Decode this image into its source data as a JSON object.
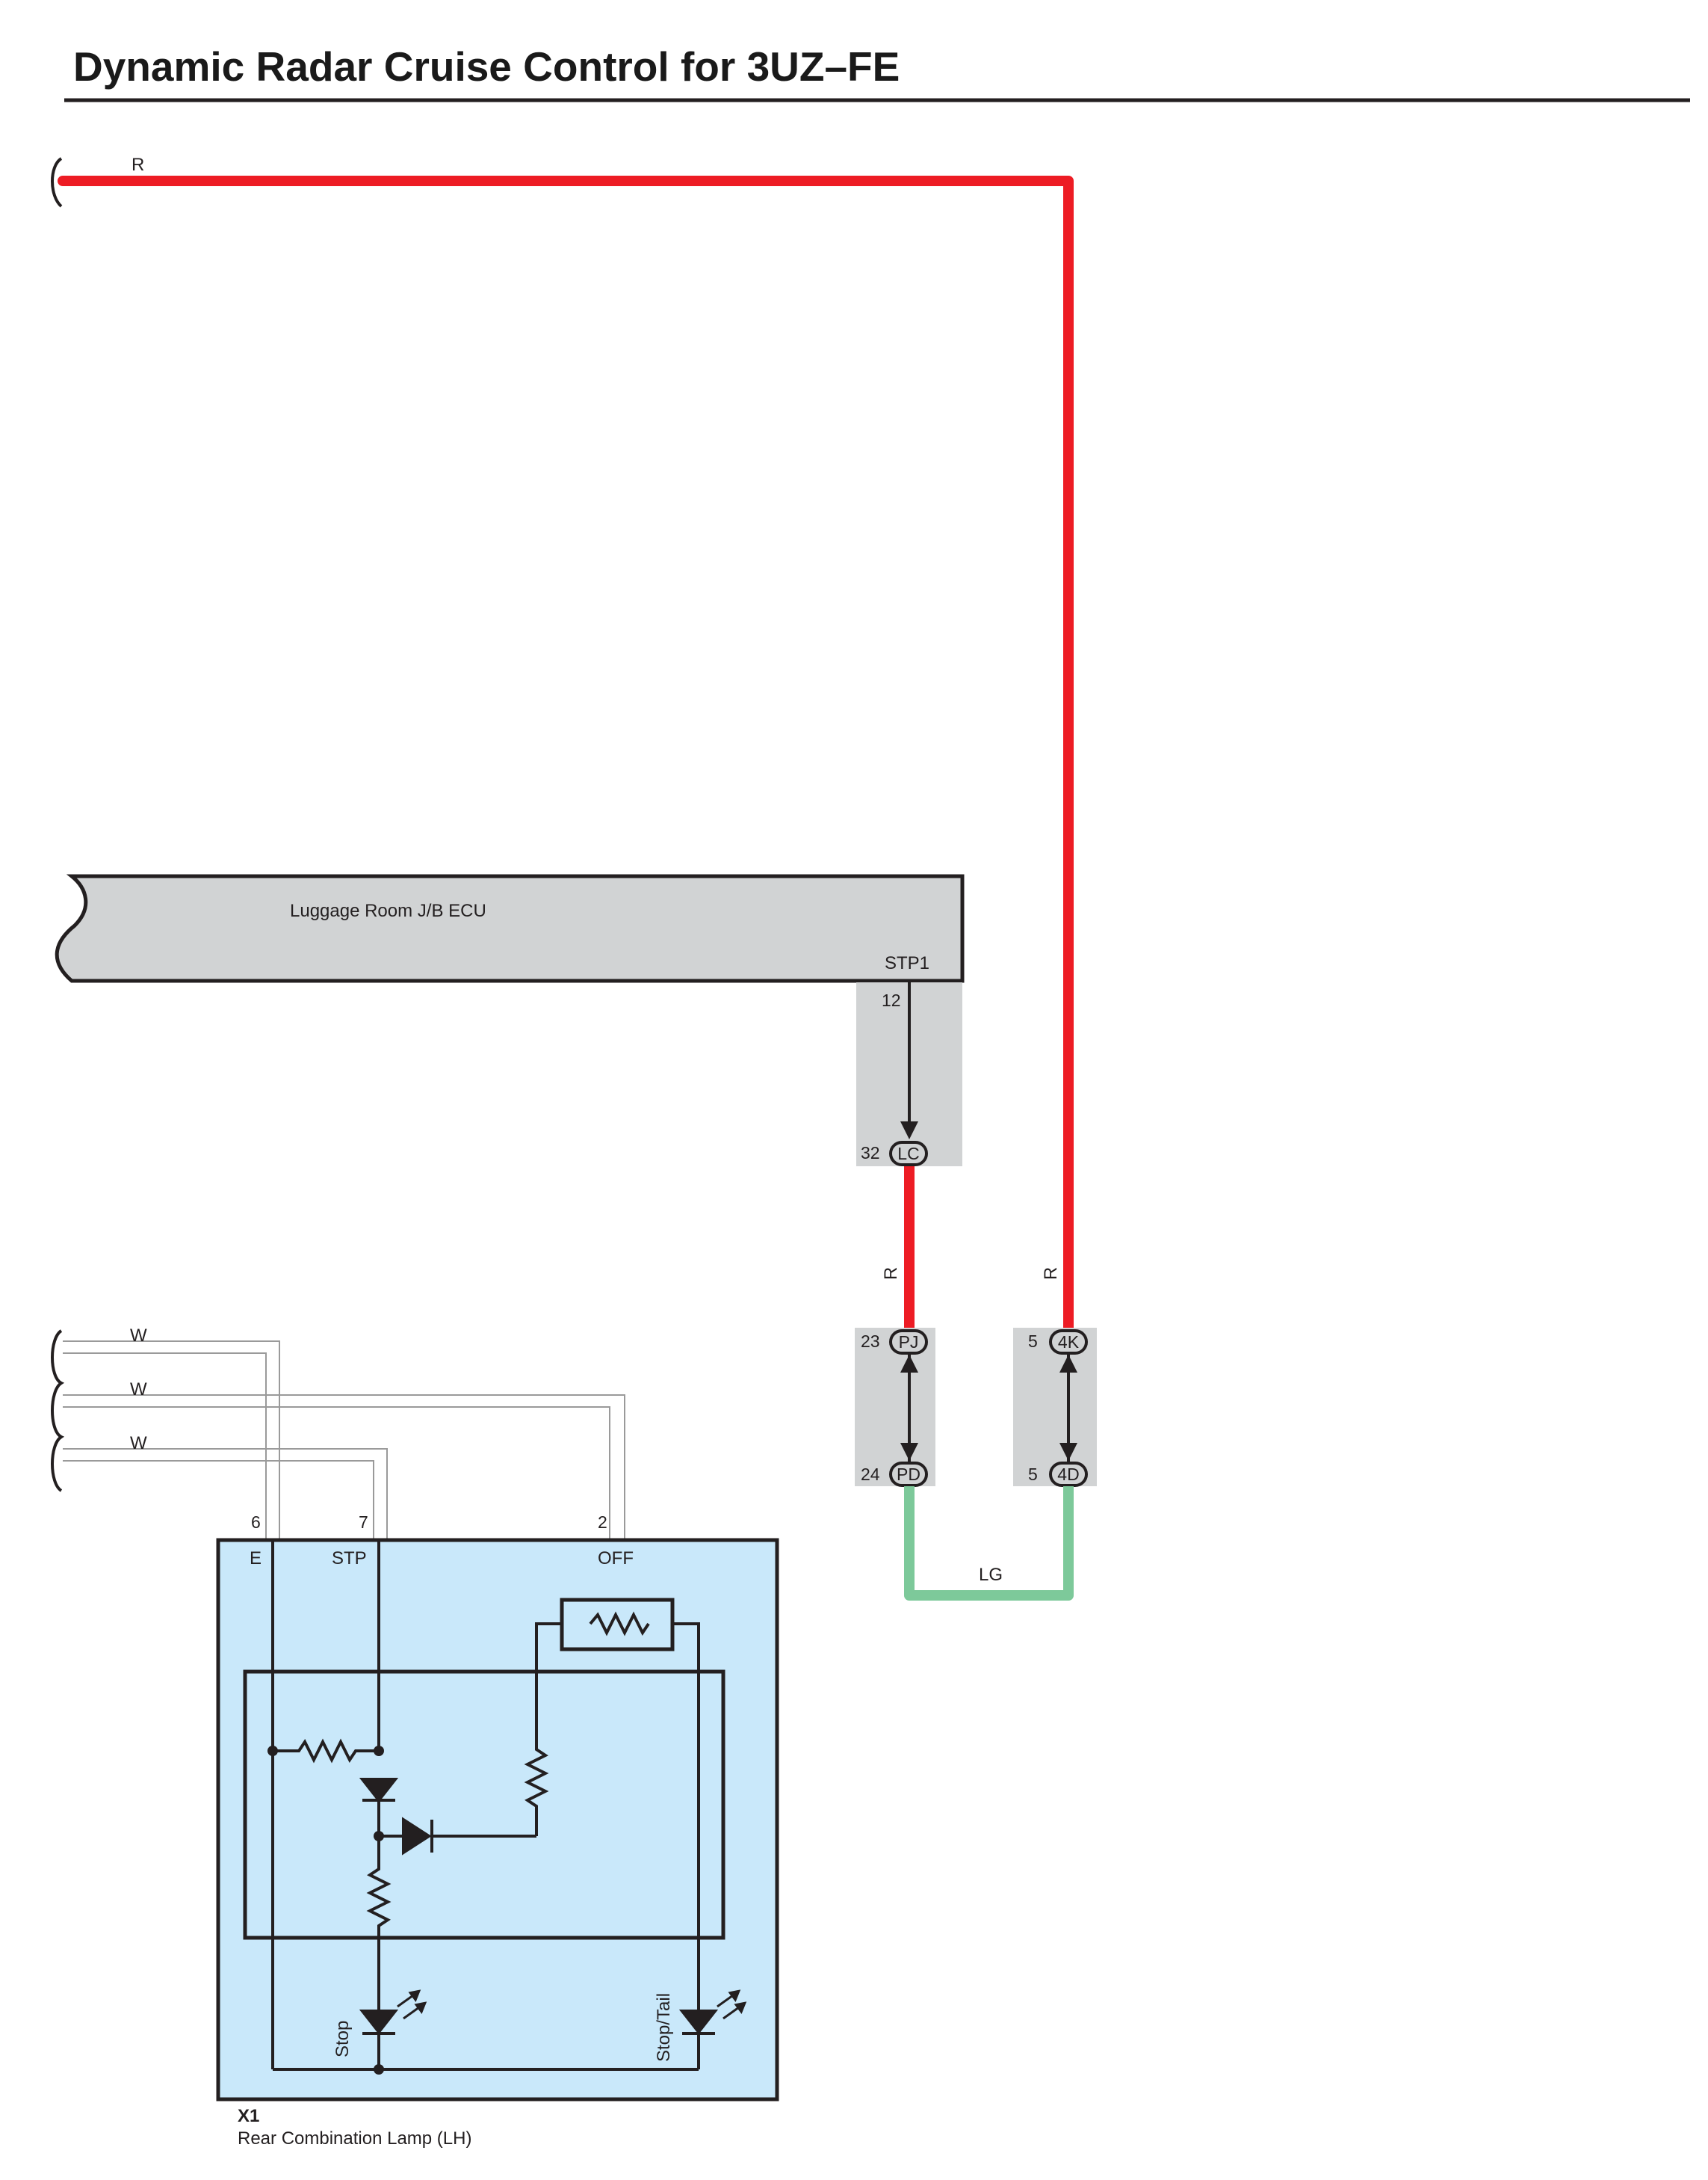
{
  "title": "Dynamic Radar Cruise Control for 3UZ–FE",
  "colors": {
    "wire_red": "#ed1c24",
    "wire_lg": "#7dc99a",
    "wire_white": "#ffffff",
    "component_fill": "#c9e8fa",
    "ecu_fill": "#d1d3d4",
    "connector_fill": "#d1d3d4",
    "outline": "#231f20"
  },
  "wires": {
    "top_red_label": "R",
    "lc_pj_label": "R",
    "fourk_label": "R",
    "lg_label": "LG",
    "w1_label": "W",
    "w2_label": "W",
    "w3_label": "W"
  },
  "ecu": {
    "name": "Luggage Room J/B ECU",
    "terminal": "STP1",
    "pin": "12"
  },
  "connectors": {
    "lc": {
      "pin": "32",
      "name": "LC"
    },
    "pj": {
      "pin": "23",
      "name": "PJ"
    },
    "pd": {
      "pin": "24",
      "name": "PD"
    },
    "fourk": {
      "pin": "5",
      "name": "4K"
    },
    "fourd": {
      "pin": "5",
      "name": "4D"
    }
  },
  "lamp": {
    "id": "X1",
    "name": "Rear Combination Lamp (LH)",
    "pins": {
      "e": {
        "num": "6",
        "name": "E"
      },
      "stp": {
        "num": "7",
        "name": "STP"
      },
      "off": {
        "num": "2",
        "name": "OFF"
      }
    },
    "stop_label": "Stop",
    "stoptail_label": "Stop/Tail"
  }
}
